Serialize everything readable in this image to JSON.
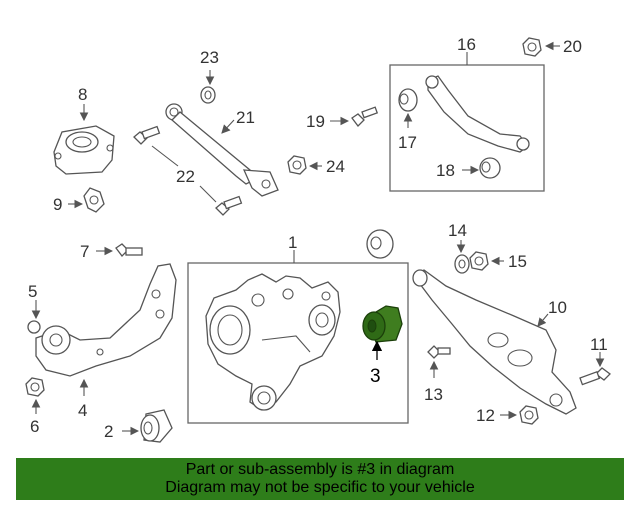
{
  "callouts": {
    "c1": "1",
    "c2": "2",
    "c3": "3",
    "c4": "4",
    "c5": "5",
    "c6": "6",
    "c7": "7",
    "c8": "8",
    "c9": "9",
    "c10": "10",
    "c11": "11",
    "c12": "12",
    "c13": "13",
    "c14": "14",
    "c15": "15",
    "c16": "16",
    "c17": "17",
    "c18": "18",
    "c19": "19",
    "c20": "20",
    "c21": "21",
    "c22": "22",
    "c23": "23",
    "c24": "24"
  },
  "highlight": {
    "part_number": "3",
    "color": "#3f7d1f"
  },
  "banner": {
    "line1": "Part or sub-assembly is #3 in diagram",
    "line2": "Diagram may not be specific to your vehicle",
    "background": "#2e7d1a"
  }
}
